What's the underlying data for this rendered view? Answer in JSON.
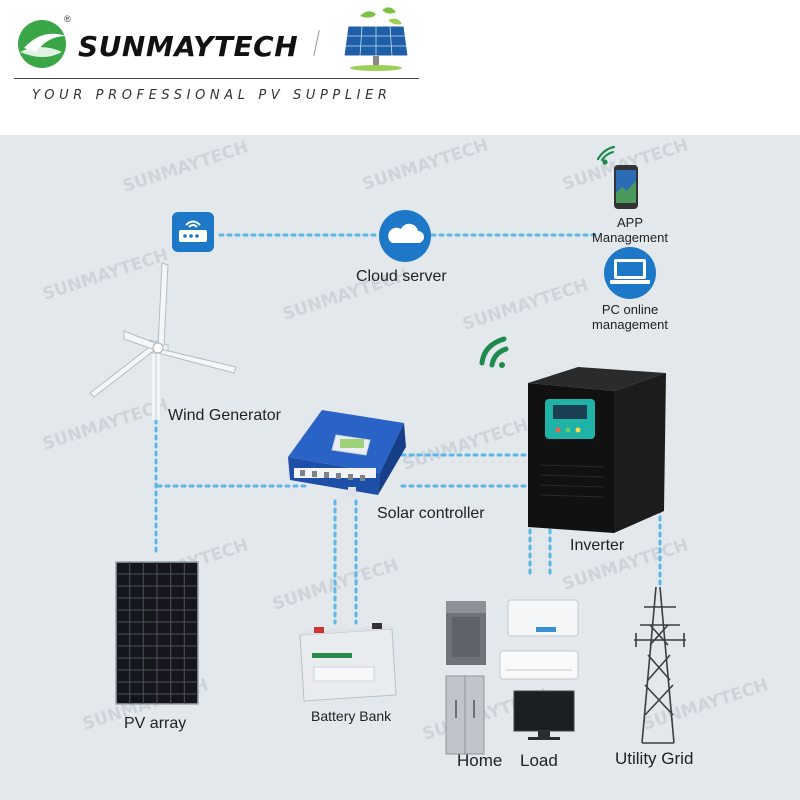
{
  "header": {
    "brand_name": "SUNMAYTECH",
    "registered_mark": "®",
    "tagline": "YOUR PROFESSIONAL PV SUPPLIER"
  },
  "nodes": {
    "cloud_server": "Cloud server",
    "app_management_line1": "APP",
    "app_management_line2": "Management",
    "pc_online_line1": "PC online",
    "pc_online_line2": "management",
    "wind_generator": "Wind Generator",
    "solar_controller": "Solar controller",
    "inverter": "Inverter",
    "pv_array": "PV array",
    "battery_bank": "Battery Bank",
    "home": "Home",
    "load": "Load",
    "utility_grid": "Utility Grid"
  },
  "watermark": "SUNMAYTECH",
  "colors": {
    "background": "#e3e8ed",
    "connection_line": "#5ab7e8",
    "icon_blue": "#1e78c8",
    "wifi_green": "#1e8a4c",
    "brand_green": "#3aa647"
  },
  "icons": [
    "router-icon",
    "cloud-icon",
    "phone-icon",
    "wifi-icon",
    "laptop-icon",
    "wind-turbine-icon",
    "solar-controller-icon",
    "inverter-icon",
    "solar-panel-icon",
    "battery-icon",
    "washing-machine-icon",
    "air-conditioner-icon",
    "refrigerator-icon",
    "tv-icon",
    "transmission-tower-icon"
  ]
}
